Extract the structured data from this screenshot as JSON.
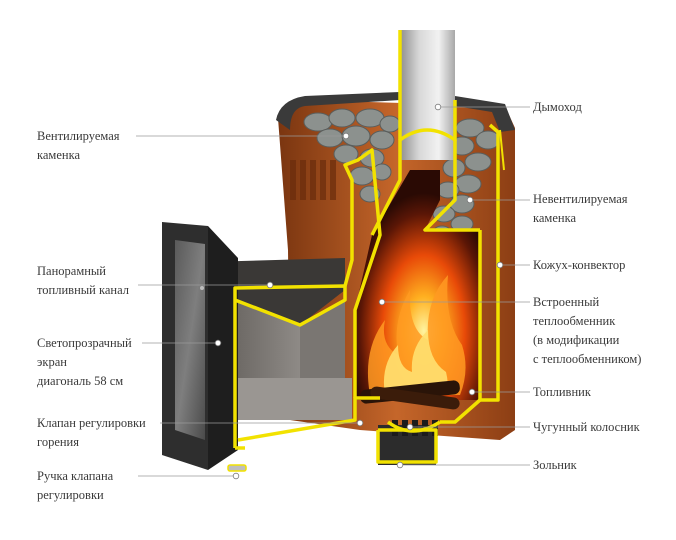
{
  "diagram": {
    "labels_left": [
      {
        "id": "ventilated-kamenka",
        "lines": [
          "Вентилируемая",
          "каменка"
        ]
      },
      {
        "id": "panoramic-fuel-channel",
        "lines": [
          "Панорамный",
          "топливный канал"
        ]
      },
      {
        "id": "transparent-screen",
        "lines": [
          "Светопрозрачный",
          "экран",
          "диагональ 58 см"
        ]
      },
      {
        "id": "combustion-valve",
        "lines": [
          "Клапан регулировки",
          "горения"
        ]
      },
      {
        "id": "valve-handle",
        "lines": [
          "Ручка клапана",
          "регулировки"
        ]
      }
    ],
    "labels_right": [
      {
        "id": "chimney",
        "lines": [
          "Дымоход"
        ]
      },
      {
        "id": "non-ventilated-kamenka",
        "lines": [
          "Невентилируемая",
          "каменка"
        ]
      },
      {
        "id": "casing-convector",
        "lines": [
          "Кожух-конвектор"
        ]
      },
      {
        "id": "heat-exchanger",
        "lines": [
          "Встроенный",
          "теплообменник",
          "(в модификации",
          "с теплообменником)"
        ]
      },
      {
        "id": "firebox",
        "lines": [
          "Топливник"
        ]
      },
      {
        "id": "cast-iron-grate",
        "lines": [
          "Чугунный колосник"
        ]
      },
      {
        "id": "ash-pan",
        "lines": [
          "Зольник"
        ]
      }
    ],
    "colors": {
      "outline": "#f2e200",
      "casing": "#b8571e",
      "steel": "#2e2e2e",
      "stone": "#8a8f8c",
      "flame": "#ff8a1a",
      "leader": "#9a9a9a"
    }
  }
}
